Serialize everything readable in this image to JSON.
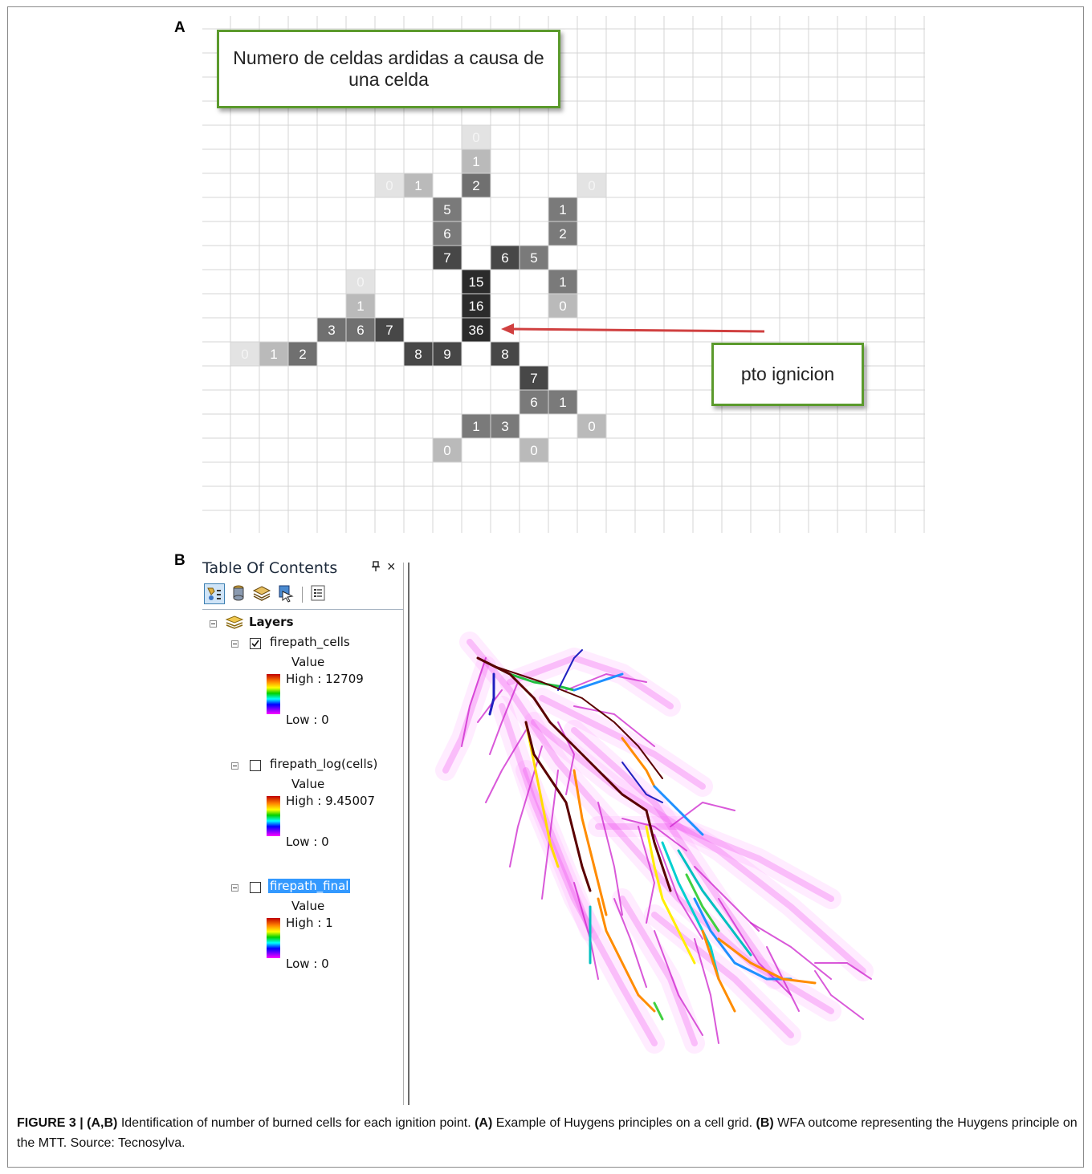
{
  "panel_a": {
    "label": "A",
    "callout_title": "Numero de celdas ardidas a causa de una celda",
    "callout_ignition": "pto ignicion",
    "cells": [
      {
        "col": 9,
        "row": 5,
        "v": "0",
        "shade": 0.12
      },
      {
        "col": 9,
        "row": 6,
        "v": "1",
        "shade": 0.3
      },
      {
        "col": 6,
        "row": 7,
        "v": "0",
        "shade": 0.12
      },
      {
        "col": 7,
        "row": 7,
        "v": "1",
        "shade": 0.3
      },
      {
        "col": 9,
        "row": 7,
        "v": "2",
        "shade": 0.62
      },
      {
        "col": 13,
        "row": 7,
        "v": "0",
        "shade": 0.12
      },
      {
        "col": 8,
        "row": 8,
        "v": "5",
        "shade": 0.58
      },
      {
        "col": 12,
        "row": 8,
        "v": "1",
        "shade": 0.58
      },
      {
        "col": 8,
        "row": 9,
        "v": "6",
        "shade": 0.58
      },
      {
        "col": 12,
        "row": 9,
        "v": "2",
        "shade": 0.58
      },
      {
        "col": 8,
        "row": 10,
        "v": "7",
        "shade": 0.8
      },
      {
        "col": 10,
        "row": 10,
        "v": "6",
        "shade": 0.8
      },
      {
        "col": 11,
        "row": 10,
        "v": "5",
        "shade": 0.58
      },
      {
        "col": 5,
        "row": 11,
        "v": "0",
        "shade": 0.12
      },
      {
        "col": 9,
        "row": 11,
        "v": "15",
        "shade": 0.92
      },
      {
        "col": 12,
        "row": 11,
        "v": "1",
        "shade": 0.58
      },
      {
        "col": 5,
        "row": 12,
        "v": "1",
        "shade": 0.3
      },
      {
        "col": 9,
        "row": 12,
        "v": "16",
        "shade": 0.92
      },
      {
        "col": 12,
        "row": 12,
        "v": "0",
        "shade": 0.3
      },
      {
        "col": 4,
        "row": 13,
        "v": "3",
        "shade": 0.62
      },
      {
        "col": 5,
        "row": 13,
        "v": "6",
        "shade": 0.62
      },
      {
        "col": 6,
        "row": 13,
        "v": "7",
        "shade": 0.8
      },
      {
        "col": 9,
        "row": 13,
        "v": "36",
        "shade": 0.92
      },
      {
        "col": 1,
        "row": 14,
        "v": "0",
        "shade": 0.12
      },
      {
        "col": 2,
        "row": 14,
        "v": "1",
        "shade": 0.3
      },
      {
        "col": 3,
        "row": 14,
        "v": "2",
        "shade": 0.62
      },
      {
        "col": 7,
        "row": 14,
        "v": "8",
        "shade": 0.8
      },
      {
        "col": 8,
        "row": 14,
        "v": "9",
        "shade": 0.8
      },
      {
        "col": 10,
        "row": 14,
        "v": "8",
        "shade": 0.8
      },
      {
        "col": 11,
        "row": 15,
        "v": "7",
        "shade": 0.8
      },
      {
        "col": 11,
        "row": 16,
        "v": "6",
        "shade": 0.58
      },
      {
        "col": 12,
        "row": 16,
        "v": "1",
        "shade": 0.58
      },
      {
        "col": 9,
        "row": 17,
        "v": "1",
        "shade": 0.58
      },
      {
        "col": 10,
        "row": 17,
        "v": "3",
        "shade": 0.58
      },
      {
        "col": 13,
        "row": 17,
        "v": "0",
        "shade": 0.3
      },
      {
        "col": 8,
        "row": 18,
        "v": "0",
        "shade": 0.3
      },
      {
        "col": 11,
        "row": 18,
        "v": "0",
        "shade": 0.3
      }
    ]
  },
  "panel_b": {
    "label": "B",
    "toc": {
      "title": "Table Of Contents",
      "pin_glyph": "⊥",
      "close_glyph": "×",
      "toolbar_icons": [
        "list-by-drawing-order-icon",
        "list-by-source-icon",
        "list-by-visibility-icon",
        "list-by-selection-icon",
        "options-icon"
      ],
      "root_label": "Layers",
      "layers": [
        {
          "name": "firepath_cells",
          "checked": true,
          "checkbox_text": "✓",
          "field": "Value",
          "high": "High : 12709",
          "low": "Low : 0",
          "selected": false
        },
        {
          "name": "firepath_log(cells)",
          "checked": false,
          "checkbox_text": "",
          "field": "Value",
          "high": "High : 9.45007",
          "low": "Low : 0",
          "selected": false
        },
        {
          "name": "firepath_final",
          "checked": false,
          "checkbox_text": "",
          "field": "Value",
          "high": "High : 1",
          "low": "Low : 0",
          "selected": true
        }
      ]
    },
    "colors": {
      "ramp_high": "#c00000",
      "ramp_low": "#ff00ff",
      "path_dark": "#5a0000"
    }
  },
  "caption": {
    "figure_label": "FIGURE 3 | (A,B)",
    "part1": " Identification of number of burned cells for each ignition point. ",
    "a_label": "(A)",
    "part2": " Example of Huygens principles on a cell grid. ",
    "b_label": "(B)",
    "part3": " WFA outcome representing the Huygens principle on the MTT. Source: Tecnosylva."
  }
}
